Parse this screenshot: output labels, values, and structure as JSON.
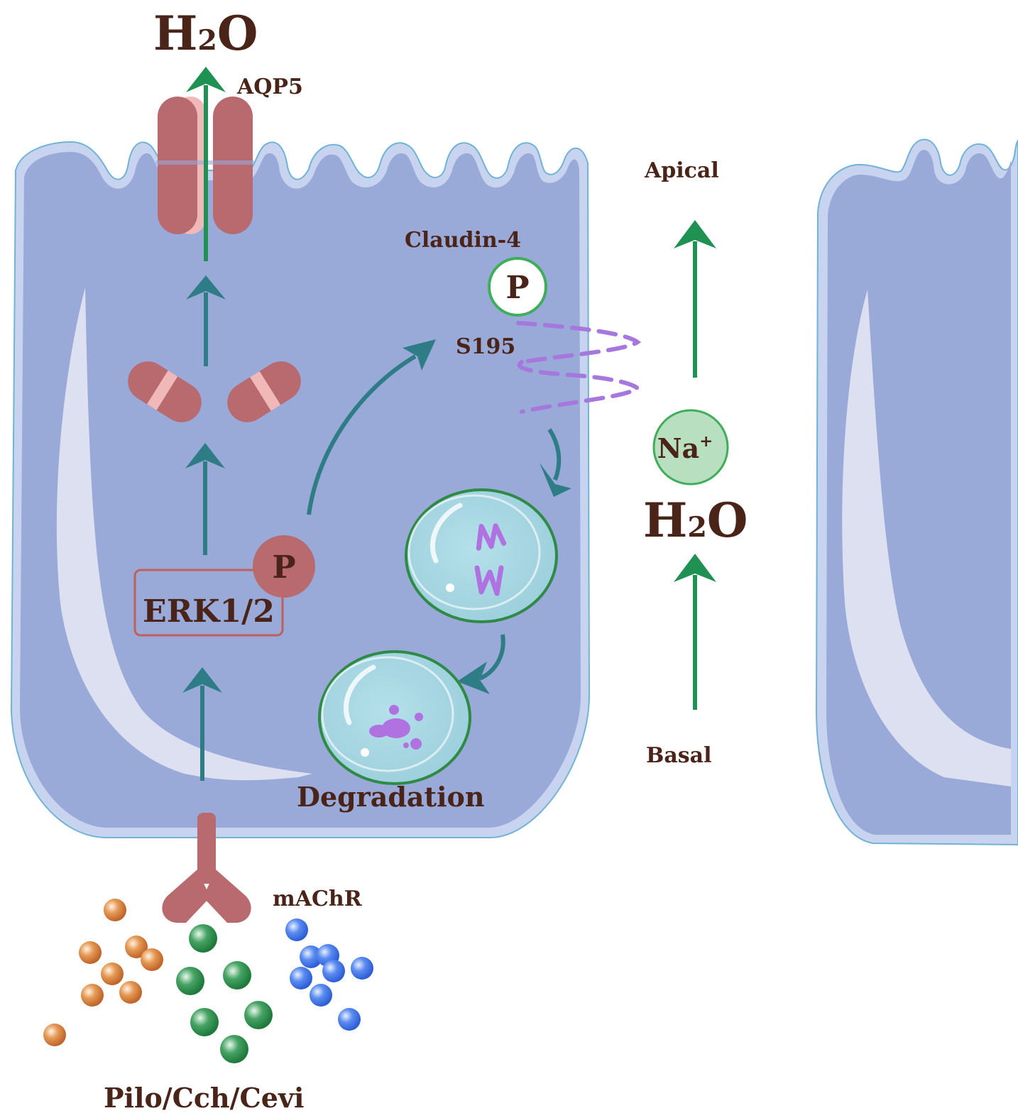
{
  "labels": {
    "h2o_top": {
      "main": "H",
      "sub": "2",
      "rest": "O"
    },
    "aqp5": "AQP5",
    "apical": "Apical",
    "claudin4": "Claudin-4",
    "p_claudin": "P",
    "s195": "S195",
    "na_ion": {
      "main": "Na",
      "sup": "+"
    },
    "h2o_right": {
      "main": "H",
      "sub": "2",
      "rest": "O"
    },
    "p_erk": "P",
    "erk": "ERK1/2",
    "basal": "Basal",
    "degradation": "Degradation",
    "machr": "mAChR",
    "agonists": "Pilo/Cch/Cevi"
  },
  "colors": {
    "cell_fill": "#99a9d8",
    "cell_outline": "#6fb4d6",
    "cell_inner_light": "#dde0f0",
    "protein": "#b96a6e",
    "protein_band": "#f0b8b8",
    "teal_arrow": "#2e7d86",
    "green_arrow": "#1f9152",
    "text": "#4a2418",
    "tight_junction": "#a678dd",
    "vesicle_fill": "#a7d8e2",
    "vesicle_ring": "#2e8a45",
    "agonist_orange": "#d9803e",
    "agonist_green": "#2e8f4c",
    "agonist_blue": "#3e73e0"
  }
}
